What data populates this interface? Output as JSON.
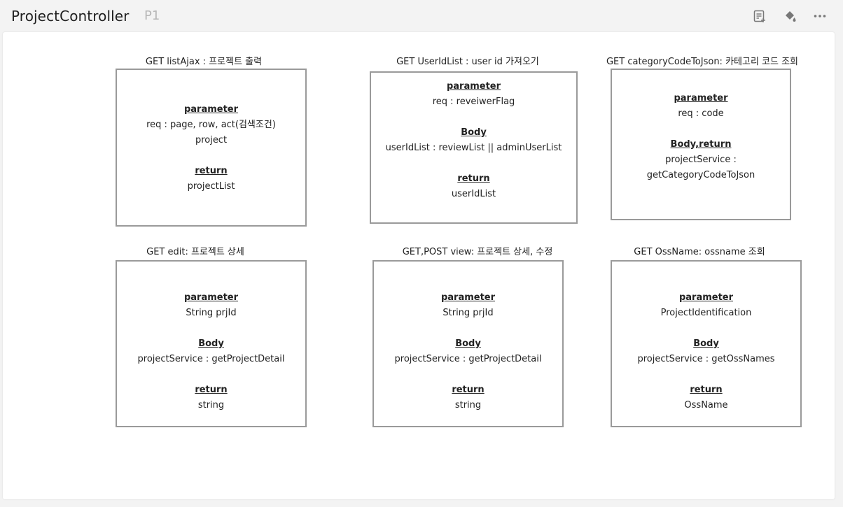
{
  "header": {
    "title": "ProjectController",
    "tag": "P1"
  },
  "icons": {
    "notes": "notes-icon",
    "fill": "paint-bucket-icon",
    "more": "more-icon"
  },
  "cards": [
    {
      "title": "GET listAjax : 프로젝트 출력",
      "sections": [
        {
          "heading": "parameter",
          "lines": [
            "req : page, row, act(검색조건)",
            "project"
          ]
        },
        {
          "heading": "return",
          "lines": [
            "projectList"
          ]
        }
      ]
    },
    {
      "title": "GET UserIdList : user id 가져오기",
      "sections": [
        {
          "heading": "parameter",
          "lines": [
            "req : reveiwerFlag"
          ]
        },
        {
          "heading": "Body",
          "lines": [
            "userIdList : reviewList || adminUserList"
          ]
        },
        {
          "heading": "return",
          "lines": [
            "userIdList"
          ]
        }
      ]
    },
    {
      "title": "GET categoryCodeToJson: 카테고리 코드 조회",
      "sections": [
        {
          "heading": "parameter",
          "lines": [
            "req : code"
          ]
        },
        {
          "heading": "Body,return",
          "lines": [
            "projectService :",
            "getCategoryCodeToJson"
          ]
        }
      ]
    },
    {
      "title": "GET edit: 프로젝트 상세",
      "sections": [
        {
          "heading": "parameter",
          "lines": [
            "String prjId"
          ]
        },
        {
          "heading": "Body",
          "lines": [
            "projectService : getProjectDetail"
          ]
        },
        {
          "heading": "return",
          "lines": [
            "string"
          ]
        }
      ]
    },
    {
      "title": "GET,POST view: 프로젝트 상세, 수정",
      "sections": [
        {
          "heading": "parameter",
          "lines": [
            "String prjId"
          ]
        },
        {
          "heading": "Body",
          "lines": [
            "projectService : getProjectDetail"
          ]
        },
        {
          "heading": "return",
          "lines": [
            "string"
          ]
        }
      ]
    },
    {
      "title": "GET OssName: ossname 조회",
      "sections": [
        {
          "heading": "parameter",
          "lines": [
            "ProjectIdentification"
          ]
        },
        {
          "heading": "Body",
          "lines": [
            "projectService : getOssNames"
          ]
        },
        {
          "heading": "return",
          "lines": [
            "OssName"
          ]
        }
      ]
    }
  ]
}
